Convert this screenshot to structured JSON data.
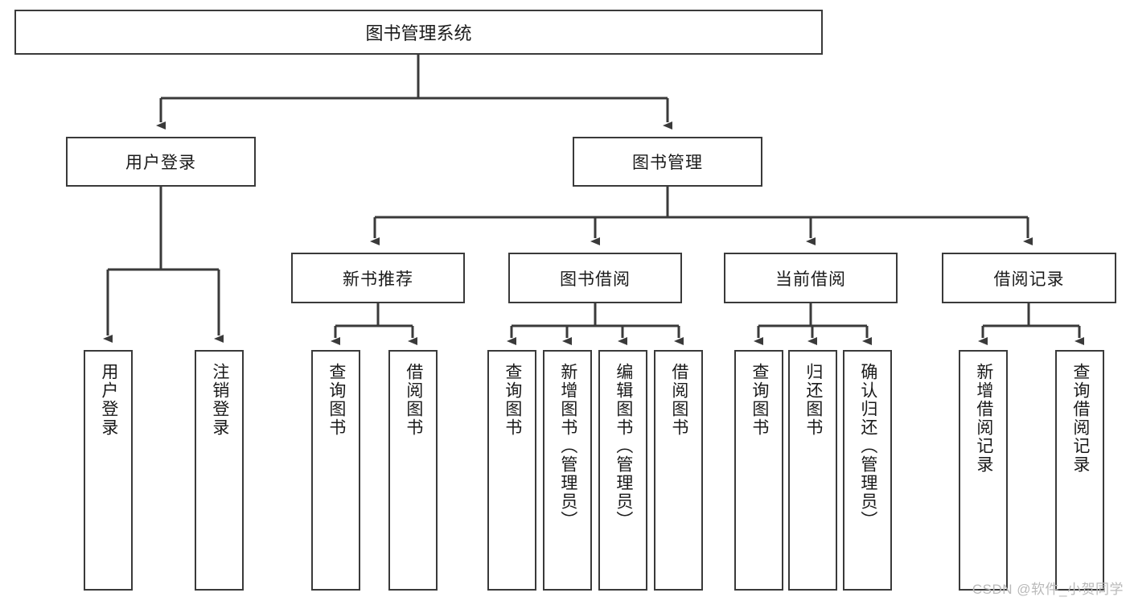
{
  "diagram": {
    "title_box": {
      "label": "图书管理系统"
    },
    "level2": [
      {
        "id": "user-login",
        "label": "用户登录"
      },
      {
        "id": "book-management",
        "label": "图书管理"
      }
    ],
    "level3": [
      {
        "id": "new-book-recommend",
        "label": "新书推荐"
      },
      {
        "id": "book-borrow",
        "label": "图书借阅"
      },
      {
        "id": "current-borrow",
        "label": "当前借阅"
      },
      {
        "id": "borrow-record",
        "label": "借阅记录"
      }
    ],
    "leaves": {
      "user_login": [
        {
          "id": "leaf-user-login",
          "label": "用户登录"
        },
        {
          "id": "leaf-logout-login",
          "label": "注销登录"
        }
      ],
      "new_book_recommend": [
        {
          "id": "leaf-query-book-1",
          "label": "查询图书"
        },
        {
          "id": "leaf-borrow-book-1",
          "label": "借阅图书"
        }
      ],
      "book_borrow": [
        {
          "id": "leaf-query-book-2",
          "label": "查询图书"
        },
        {
          "id": "leaf-add-book",
          "label": "新增图书（管理员）"
        },
        {
          "id": "leaf-edit-book",
          "label": "编辑图书（管理员）"
        },
        {
          "id": "leaf-borrow-book-2",
          "label": "借阅图书"
        }
      ],
      "current_borrow": [
        {
          "id": "leaf-query-book-3",
          "label": "查询图书"
        },
        {
          "id": "leaf-return-book",
          "label": "归还图书"
        },
        {
          "id": "leaf-confirm-return",
          "label": "确认归还（管理员）"
        }
      ],
      "borrow_record": [
        {
          "id": "leaf-add-record",
          "label": "新增借阅记录"
        },
        {
          "id": "leaf-query-record",
          "label": "查询借阅记录"
        }
      ]
    },
    "watermark": "CSDN @软件_小贺同学",
    "colors": {
      "border": "#3a3a3a",
      "background": "#ffffff",
      "text": "#1a1a1a",
      "watermark": "#b9b9b9"
    }
  }
}
